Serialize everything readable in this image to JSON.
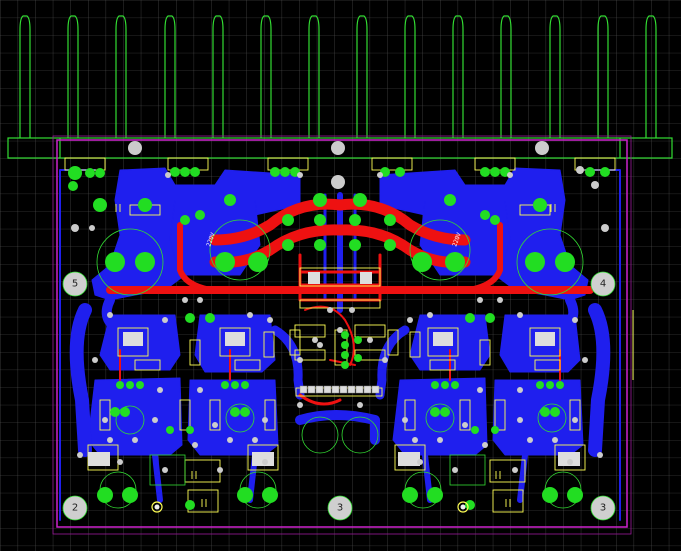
{
  "board": {
    "mounting_holes": [
      {
        "label": "5"
      },
      {
        "label": "4"
      },
      {
        "label": "2"
      },
      {
        "label": "3"
      },
      {
        "label": "3"
      }
    ],
    "ref_labels": [
      "220V",
      "220V"
    ]
  },
  "colors": {
    "background": "#000000",
    "grid": "#555555",
    "top_copper": "#ee1111",
    "bottom_copper": "#1f1fee",
    "silkscreen": "#ffff55",
    "outline": "#33dd33",
    "keepout": "#cc22cc",
    "pad": "#22dd22",
    "via": "#cccccc"
  }
}
